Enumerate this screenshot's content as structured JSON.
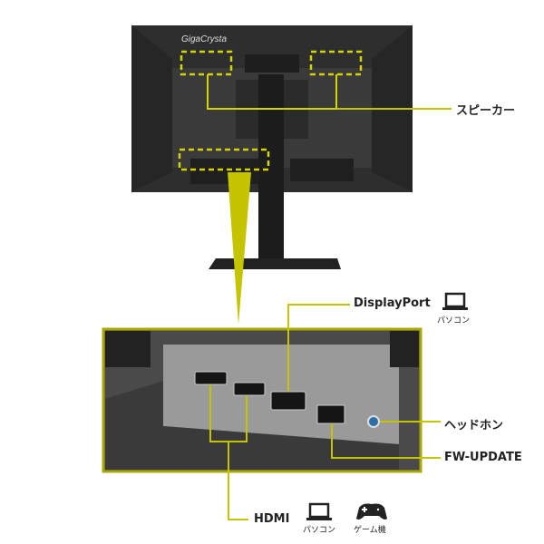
{
  "brand_logo": "GigaCrysta",
  "labels": {
    "speaker": "スピーカー",
    "displayport": "DisplayPort",
    "headphone": "ヘッドホン",
    "fw_update": "FW-UPDATE",
    "hdmi": "HDMI"
  },
  "devices": {
    "dp_pc": "パソコン",
    "hdmi_pc": "パソコン",
    "hdmi_game": "ゲーム機"
  },
  "colors": {
    "accent": "#c4c400",
    "dark": "#2a2a2a"
  }
}
